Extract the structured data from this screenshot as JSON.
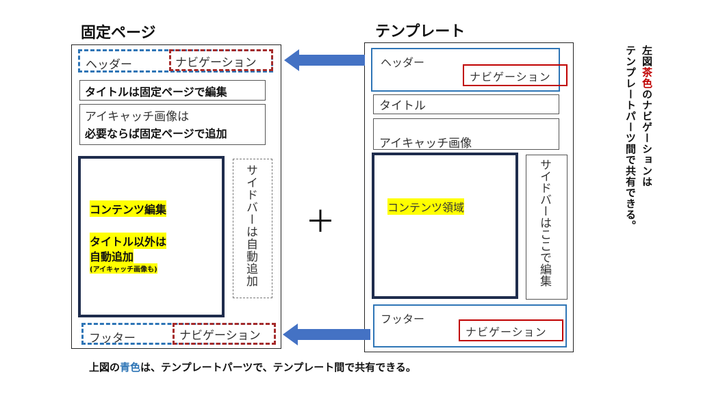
{
  "left": {
    "title": "固定ページ",
    "header_label": "ヘッダー",
    "nav_label": "ナビゲーション",
    "title_box": "タイトルは固定ページで編集",
    "eyecatch_line1": "アイキャッチ画像は",
    "eyecatch_line2": "必要ならば固定ページで追加",
    "content_line1": "コンテンツ編集",
    "content_line2": "タイトル以外は",
    "content_line3": "自動追加",
    "content_line4": "(アイキャッチ画像も)",
    "sidebar": "サイドバーは自動追加",
    "footer_label": "フッター",
    "footer_nav_label": "ナビゲーション"
  },
  "right": {
    "title": "テンプレート",
    "header_label": "ヘッダー",
    "nav_label": "ナビゲーション",
    "title_box": "タイトル",
    "eyecatch": "アイキャッチ画像",
    "content": "コンテンツ領域",
    "sidebar": "サイドバーはここで編集",
    "footer_label": "フッター",
    "footer_nav_label": "ナビゲーション"
  },
  "plus": "＋",
  "bottom_note": {
    "pre": "上図の",
    "colored": "青色",
    "post": "は、テンプレートパーツで、テンプレート間で共有できる。"
  },
  "side_note": {
    "col1_pre": "左図",
    "col1_colored": "茶色",
    "col1_post": "のナビゲーションは",
    "col2": "テンプレートパーツ間で共有できる。"
  },
  "colors": {
    "blue": "#2e75b6",
    "red": "#c00000",
    "navy": "#1f2d4d",
    "highlight": "#ffff00"
  }
}
